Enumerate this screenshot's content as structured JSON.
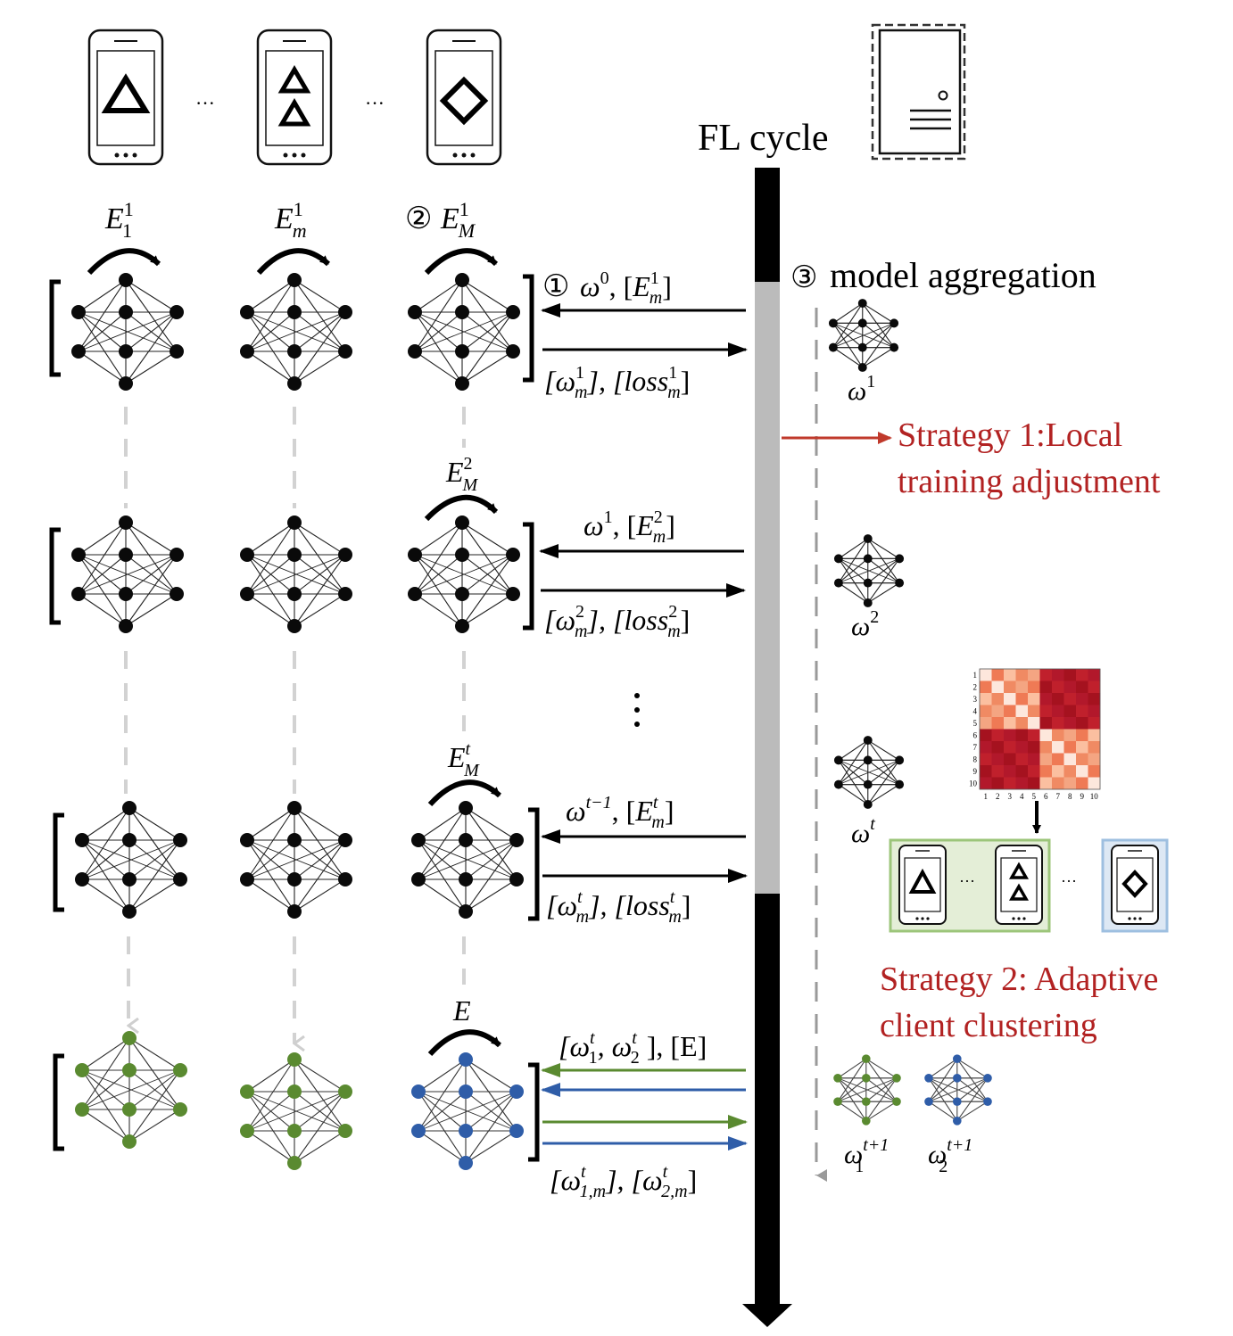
{
  "header": {
    "fl_cycle": "FL cycle",
    "ellipsis": "···"
  },
  "steps": {
    "step1": "①",
    "step2": "②",
    "step3": "③",
    "aggregation": "model aggregation"
  },
  "rounds": [
    {
      "epoch_labels": [
        {
          "base": "E",
          "sup": "1",
          "sub": "1"
        },
        {
          "base": "E",
          "sup": "1",
          "sub": "m"
        },
        {
          "base": "E",
          "sup": "1",
          "sub": "M"
        }
      ],
      "down": {
        "w": "ω",
        "wsup": "0",
        "rest": ", [",
        "E": "E",
        "Esup": "1",
        "Esub": "m",
        "close": "]"
      },
      "up": {
        "w": "[ω",
        "wsup": "1",
        "wsub": "m",
        "mid": "], [loss",
        "lsup": "1",
        "lsub": "m",
        "close": "]"
      },
      "server_model": {
        "w": "ω",
        "sup": "1"
      }
    },
    {
      "epoch_labels": [
        {
          "base": "E",
          "sup": "2",
          "sub": "M"
        }
      ],
      "down": {
        "w": "ω",
        "wsup": "1",
        "rest": ", [",
        "E": "E",
        "Esup": "2",
        "Esub": "m",
        "close": "]"
      },
      "up": {
        "w": "[ω",
        "wsup": "2",
        "wsub": "m",
        "mid": "], [loss",
        "lsup": "2",
        "lsub": "m",
        "close": "]"
      },
      "server_model": {
        "w": "ω",
        "sup": "2"
      }
    },
    {
      "epoch_labels": [
        {
          "base": "E",
          "sup": "t",
          "sub": "M"
        }
      ],
      "down": {
        "w": "ω",
        "wsup": "t−1",
        "rest": ", [",
        "E": "E",
        "Esup": "t",
        "Esub": "m",
        "close": "]"
      },
      "up": {
        "w": "[ω",
        "wsup": "t",
        "wsub": "m",
        "mid": "], [loss",
        "lsup": "t",
        "lsub": "m",
        "close": "]"
      },
      "server_model": {
        "w": "ω",
        "sup": "t"
      }
    }
  ],
  "final_round": {
    "epoch_label": "E",
    "down": {
      "open": "[ω",
      "s1": "t",
      "b1": "1",
      "comma": ", ω",
      "s2": "t",
      "b2": "2",
      "close": " ], [E]"
    },
    "up": {
      "open": "[ω",
      "s1": "t",
      "b1": "1,m",
      "mid": "], [ω",
      "s2": "t",
      "b2": "2,m",
      "close": "]"
    },
    "models": [
      {
        "w": "ω",
        "sup": "t+1",
        "sub": "1"
      },
      {
        "w": "ω",
        "sup": "t+1",
        "sub": "2"
      }
    ]
  },
  "strategies": {
    "s1_line1": "Strategy 1:Local",
    "s1_line2": "training adjustment",
    "s2_line1": "Strategy 2: Adaptive",
    "s2_line2": "client clustering"
  },
  "heatmap": {
    "row_ticks": [
      "1",
      "2",
      "3",
      "4",
      "5",
      "6",
      "7",
      "8",
      "9",
      "10"
    ],
    "col_ticks": [
      "1",
      "2",
      "3",
      "4",
      "5",
      "6",
      "7",
      "8",
      "9",
      "10"
    ]
  },
  "colors": {
    "green": "#5a8a30",
    "blue": "#2f5da8",
    "red_text": "#b22222",
    "gray_bar": "#bbbbbb",
    "cluster_green_bg": "#e4eed7",
    "cluster_blue_bg": "#dde8f4"
  }
}
